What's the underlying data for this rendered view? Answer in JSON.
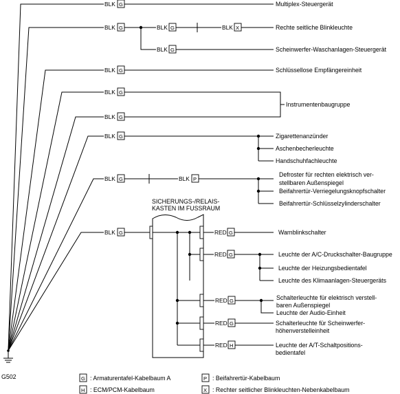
{
  "wire": {
    "blk": "BLK",
    "red": "RED"
  },
  "codes": {
    "G": "G",
    "H": "H",
    "P": "P",
    "X": "X"
  },
  "components": {
    "c0": "Multiplex-Steuergerät",
    "c1": "Rechte seitliche Blinkleuchte",
    "c2": "Scheinwerfer-Waschanlagen-Steuergerät",
    "c3": "Schlüssellose Empfängereinheit",
    "c4": "Instrumentenbaugruppe",
    "c5": "Zigarettenanzünder",
    "c6": "Aschenbecherleuchte",
    "c7": "Handschuhfachleuchte",
    "c8a": "Defroster für rechten elektrisch ver-",
    "c8b": "stellbaren Außenspiegel",
    "c9": "Beifahrertür-Verriegelungsknopfschalter",
    "c10": "Beifahrertür-Schlüsselzylinderschalter",
    "c11": "Warnblinkschalter",
    "c12": "Leuchte der A/C-Druckschalter-Baugruppe",
    "c13": "Leuchte der Heizungsbedientafel",
    "c14": "Leuchte des Klimaanlagen-Steuergeräts",
    "c15a": "Schalterleuchte für elektrisch verstell-",
    "c15b": "baren Außenspiegel",
    "c16": "Leuchte der Audio-Einheit",
    "c17a": "Schalterleuchte für Scheinwerfer-",
    "c17b": "höhenverstelleinheit",
    "c18a": "Leuchte der A/T-Schaltpositions-",
    "c18b": "bedientafel"
  },
  "fusebox": {
    "line1": "SICHERUNGS-/RELAIS-",
    "line2": "KASTEN IM FUSSRAUM"
  },
  "ground": {
    "id": "G502"
  },
  "legend": [
    {
      "code": "G",
      "text": ": Armaturentafel-Kabelbaum A"
    },
    {
      "code": "P",
      "text": ": Beifahrertür-Kabelbaum"
    },
    {
      "code": "H",
      "text": ": ECM/PCM-Kabelbaum"
    },
    {
      "code": "X",
      "text": ": Rechter seitlicher Blinkleuchten-Nebenkabelbaum"
    }
  ]
}
